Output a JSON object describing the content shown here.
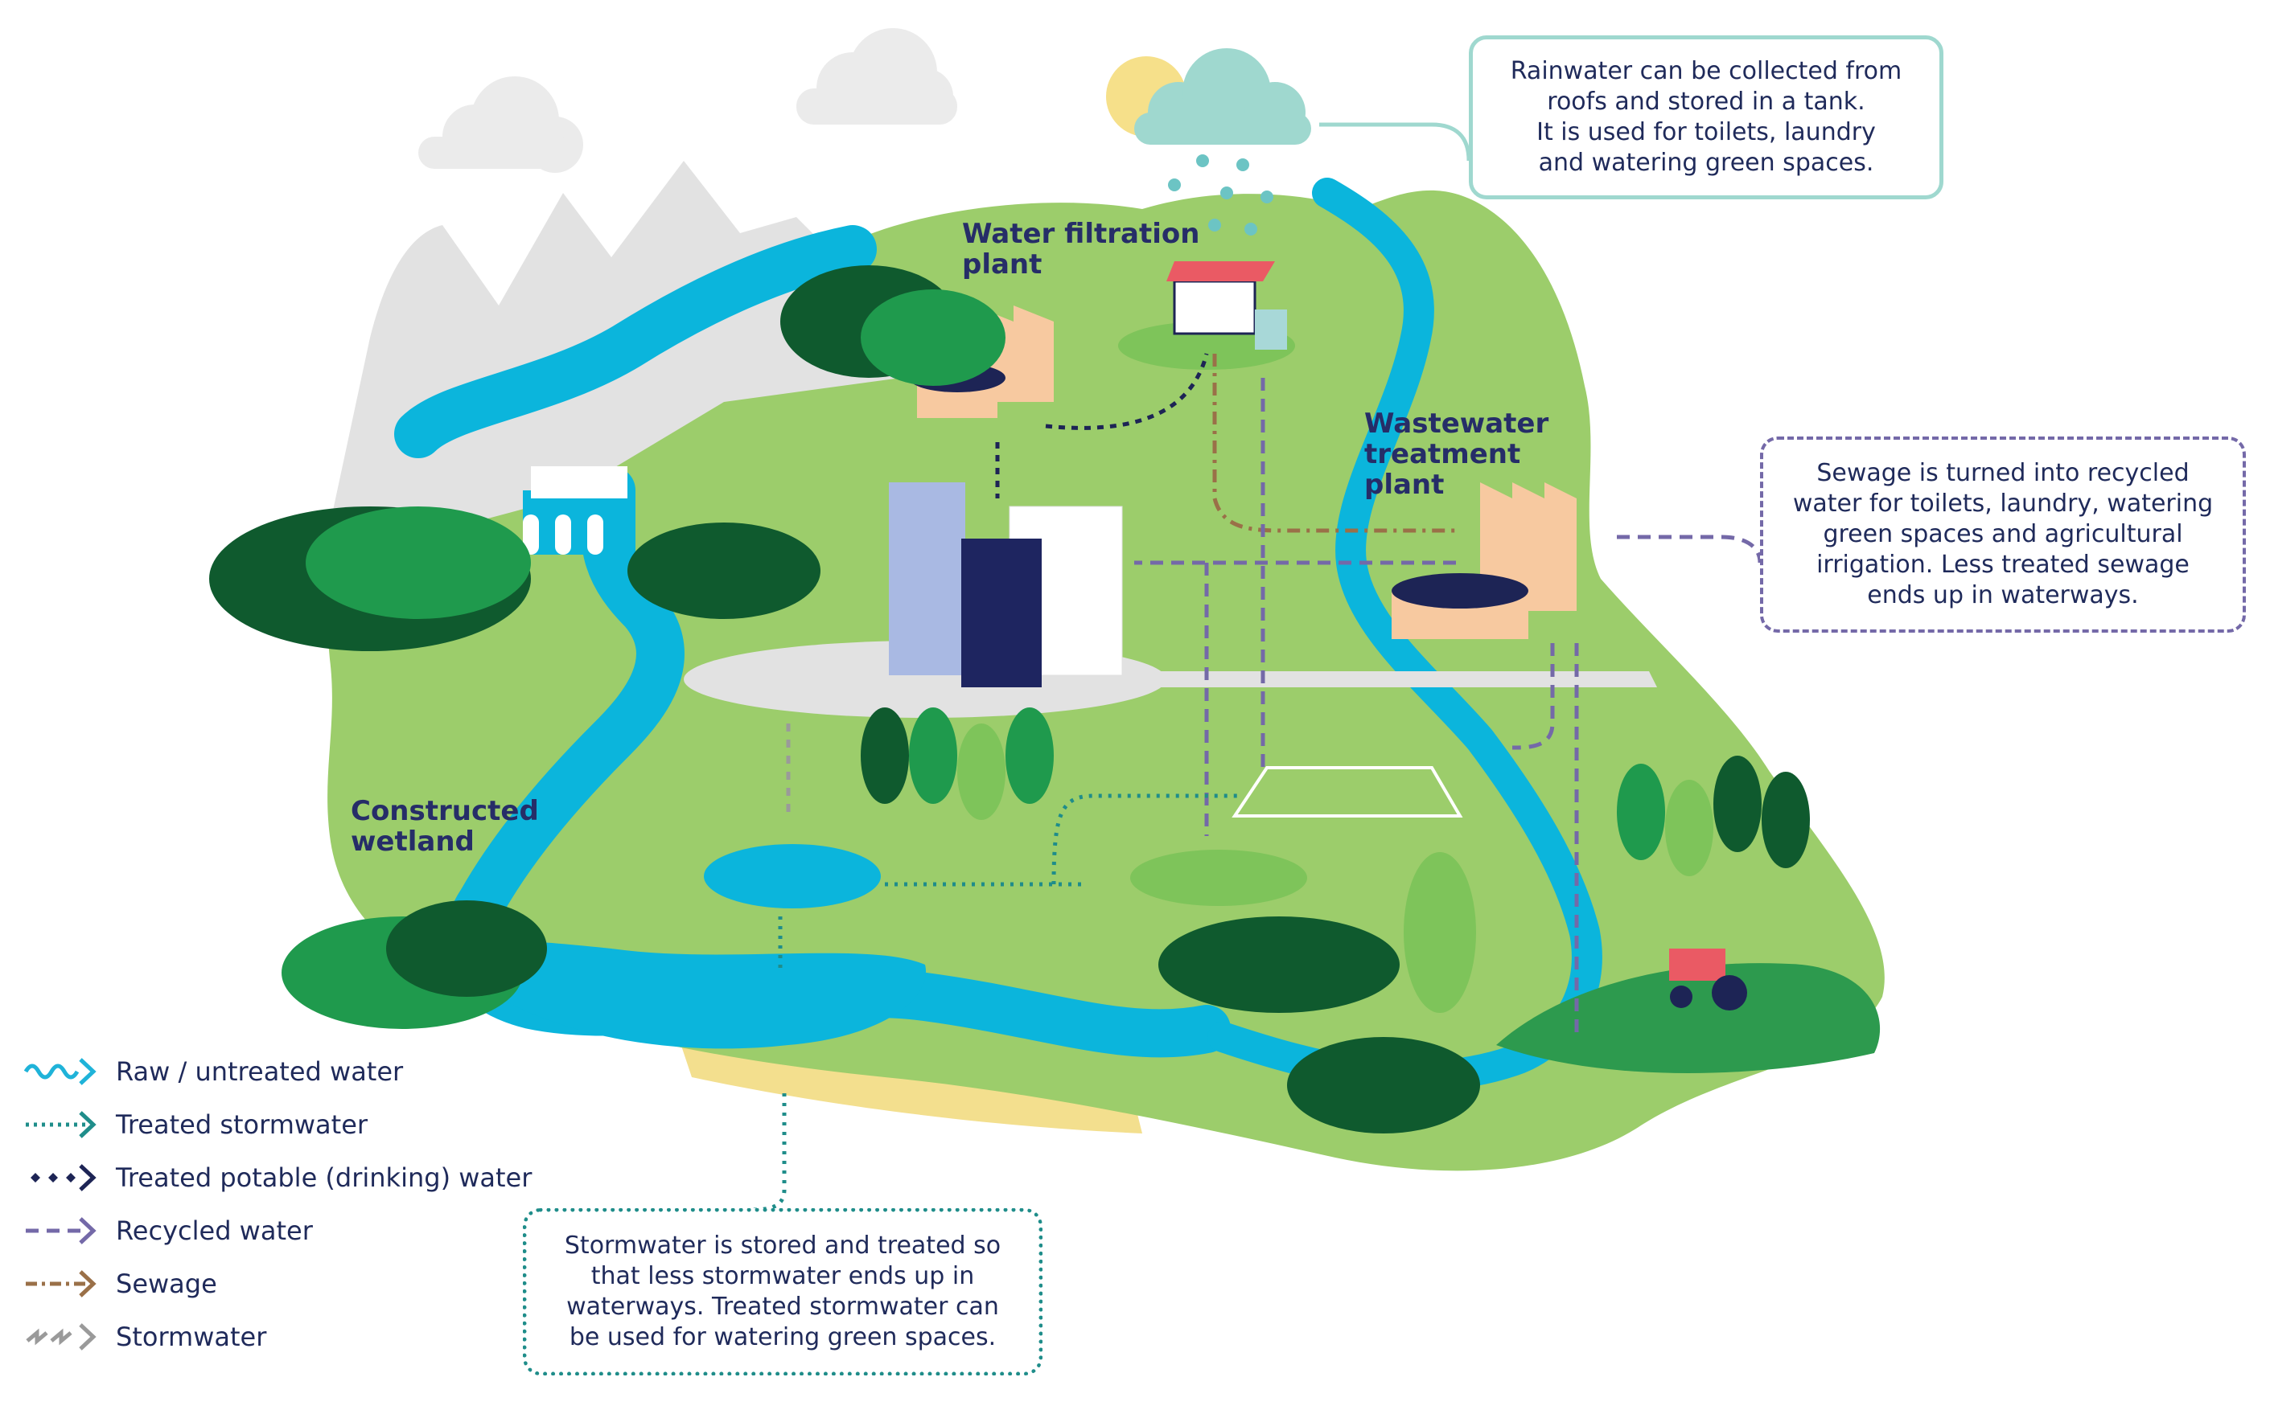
{
  "callouts": {
    "rainwater": "Rainwater can be collected from\nroofs and stored in a tank.\nIt is used for toilets, laundry\nand watering green spaces.",
    "sewage": "Sewage is turned into recycled\nwater for toilets, laundry, watering\ngreen spaces and agricultural\nirrigation. Less treated sewage\nends up in waterways.",
    "stormwater": "Stormwater is stored and treated so\nthat less stormwater ends up in\nwaterways. Treated stormwater can\nbe used for watering green spaces."
  },
  "labels": {
    "water_filtration_plant": "Water filtration\nplant",
    "wastewater_treatment_plant": "Wastewater\ntreatment\nplant",
    "constructed_wetland": "Constructed\nwetland"
  },
  "legend": [
    {
      "label": "Raw / untreated water",
      "style": "wavy",
      "color": "#1fb3d9"
    },
    {
      "label": "Treated stormwater",
      "style": "dotted",
      "color": "#1f8d8a"
    },
    {
      "label": "Treated potable (drinking) water",
      "style": "diamond",
      "color": "#1d2455"
    },
    {
      "label": "Recycled water",
      "style": "dashed",
      "color": "#7469a8"
    },
    {
      "label": "Sewage",
      "style": "dash-dot",
      "color": "#9a7048"
    },
    {
      "label": "Stormwater",
      "style": "lightning",
      "color": "#9a9a9a"
    }
  ],
  "colors": {
    "land": "#9ccd6b",
    "river": "#0bb5dc",
    "mountain": "#e4e4e4",
    "dark_tree": "#0f5a2e",
    "mid_tree": "#1f9a4d",
    "factory": "#f7c9a0",
    "building_navy": "#1e2560",
    "building_light": "#a9b9e3"
  }
}
